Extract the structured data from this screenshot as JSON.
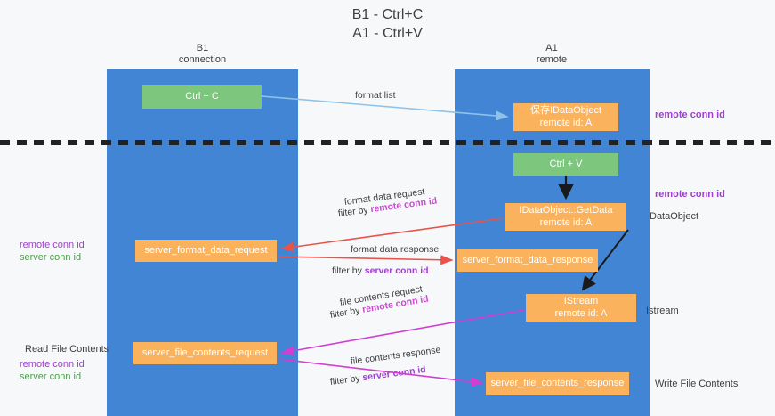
{
  "title": "B1 - Ctrl+C\nA1 - Ctrl+V",
  "lanes": [
    {
      "id": "b1",
      "header": "B1\nconnection"
    },
    {
      "id": "a1",
      "header": "A1\nremote"
    }
  ],
  "nodes": {
    "ctrl_c": "Ctrl + C",
    "save_idataobject": "保存IDataObject\nremote id: A",
    "ctrl_v": "Ctrl + V",
    "getdata": "IDataObject::GetData\nremote id: A",
    "server_format_data_request": "server_format_data_request",
    "server_format_data_response": "server_format_data_response",
    "istream": "IStream\nremote id: A",
    "server_file_contents_request": "server_file_contents_request",
    "server_file_contents_response": "server_file_contents_response"
  },
  "edge_labels": {
    "format_list": "format list",
    "format_data_request": "format data request",
    "filter_by_prefix": "filter by ",
    "remote_conn_id": "remote conn id",
    "server_conn_id": "server conn id",
    "format_data_response": "format data response",
    "file_contents_request": "file contents request",
    "file_contents_response": "file contents response"
  },
  "annotations": {
    "remote_conn_id": "remote conn id",
    "server_conn_id": "server conn id",
    "data_object": "DataObject",
    "istream": "Istream",
    "read_file_contents": "Read File Contents",
    "write_file_contents": "Write File Contents"
  },
  "colors": {
    "lane": "#4285d4",
    "green_node": "#7dc67d",
    "orange_node": "#fbb25c",
    "purple_text": "#a03fd0",
    "green_text": "#4f9a4f",
    "pink_text": "#c84ad0",
    "red_arrow": "#e8534a",
    "magenta_arrow": "#d13fd1",
    "blue_arrow": "#8ec3e8",
    "black_arrow": "#000000",
    "divider": "#222222",
    "background": "#f7f8f9"
  }
}
